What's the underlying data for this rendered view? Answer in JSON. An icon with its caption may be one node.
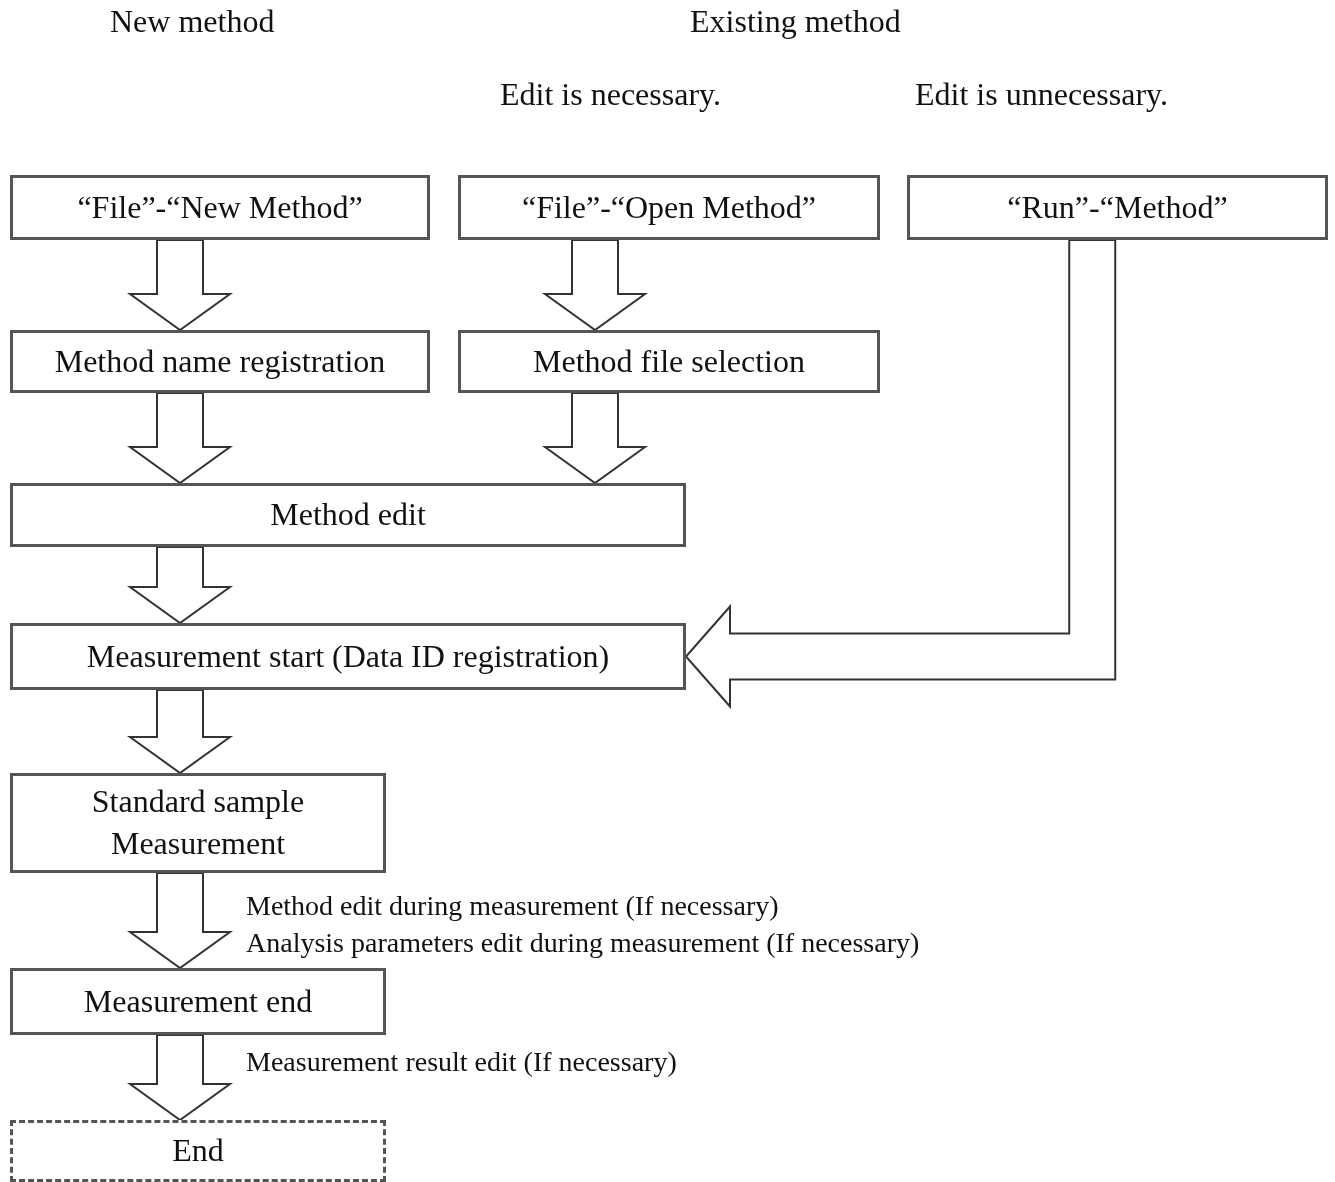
{
  "diagram": {
    "nodes": [
      {
        "text": [
          "“File”-“New Method”"
        ]
      },
      {
        "text": [
          "“File”-“Open Method”"
        ]
      },
      {
        "text": [
          "“Run”-“Method”"
        ]
      },
      {
        "text": [
          "Method name registration"
        ]
      },
      {
        "text": [
          "Method file selection"
        ]
      },
      {
        "text": [
          "Method edit"
        ]
      },
      {
        "text": [
          "Measurement start (Data ID registration)"
        ]
      },
      {
        "text": [
          "Standard sample Measurement"
        ]
      },
      {
        "text": [
          "Measurement end"
        ]
      },
      {
        "text": [
          "End"
        ]
      }
    ],
    "edges": [
      {
        "from": 0,
        "to": 3,
        "arrow": "to"
      },
      {
        "from": 1,
        "to": 4,
        "arrow": "to"
      },
      {
        "from": 3,
        "to": 5,
        "arrow": "to"
      },
      {
        "from": 4,
        "to": 5,
        "arrow": "to"
      },
      {
        "from": 5,
        "to": 6,
        "arrow": "to"
      },
      {
        "from": 2,
        "to": 6,
        "arrow": "to"
      },
      {
        "from": 6,
        "to": 7,
        "arrow": "to"
      },
      {
        "from": 7,
        "to": 8,
        "arrow": "to"
      },
      {
        "from": 8,
        "to": 9,
        "arrow": "to"
      }
    ],
    "labels": [
      "New method",
      "Existing method",
      "Edit is necessary.",
      "Edit is unnecessary.",
      "Method edit during measurement (If necessary)",
      "Analysis parameters edit during measurement (If necessary)",
      "Measurement result edit (If necessary)"
    ]
  }
}
